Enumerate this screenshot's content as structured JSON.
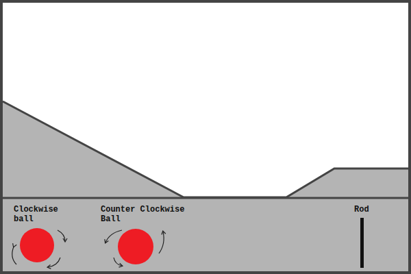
{
  "diagram": {
    "labels": [
      "Clockwise ball",
      "Counter Clockwise Ball",
      "Rod"
    ]
  }
}
